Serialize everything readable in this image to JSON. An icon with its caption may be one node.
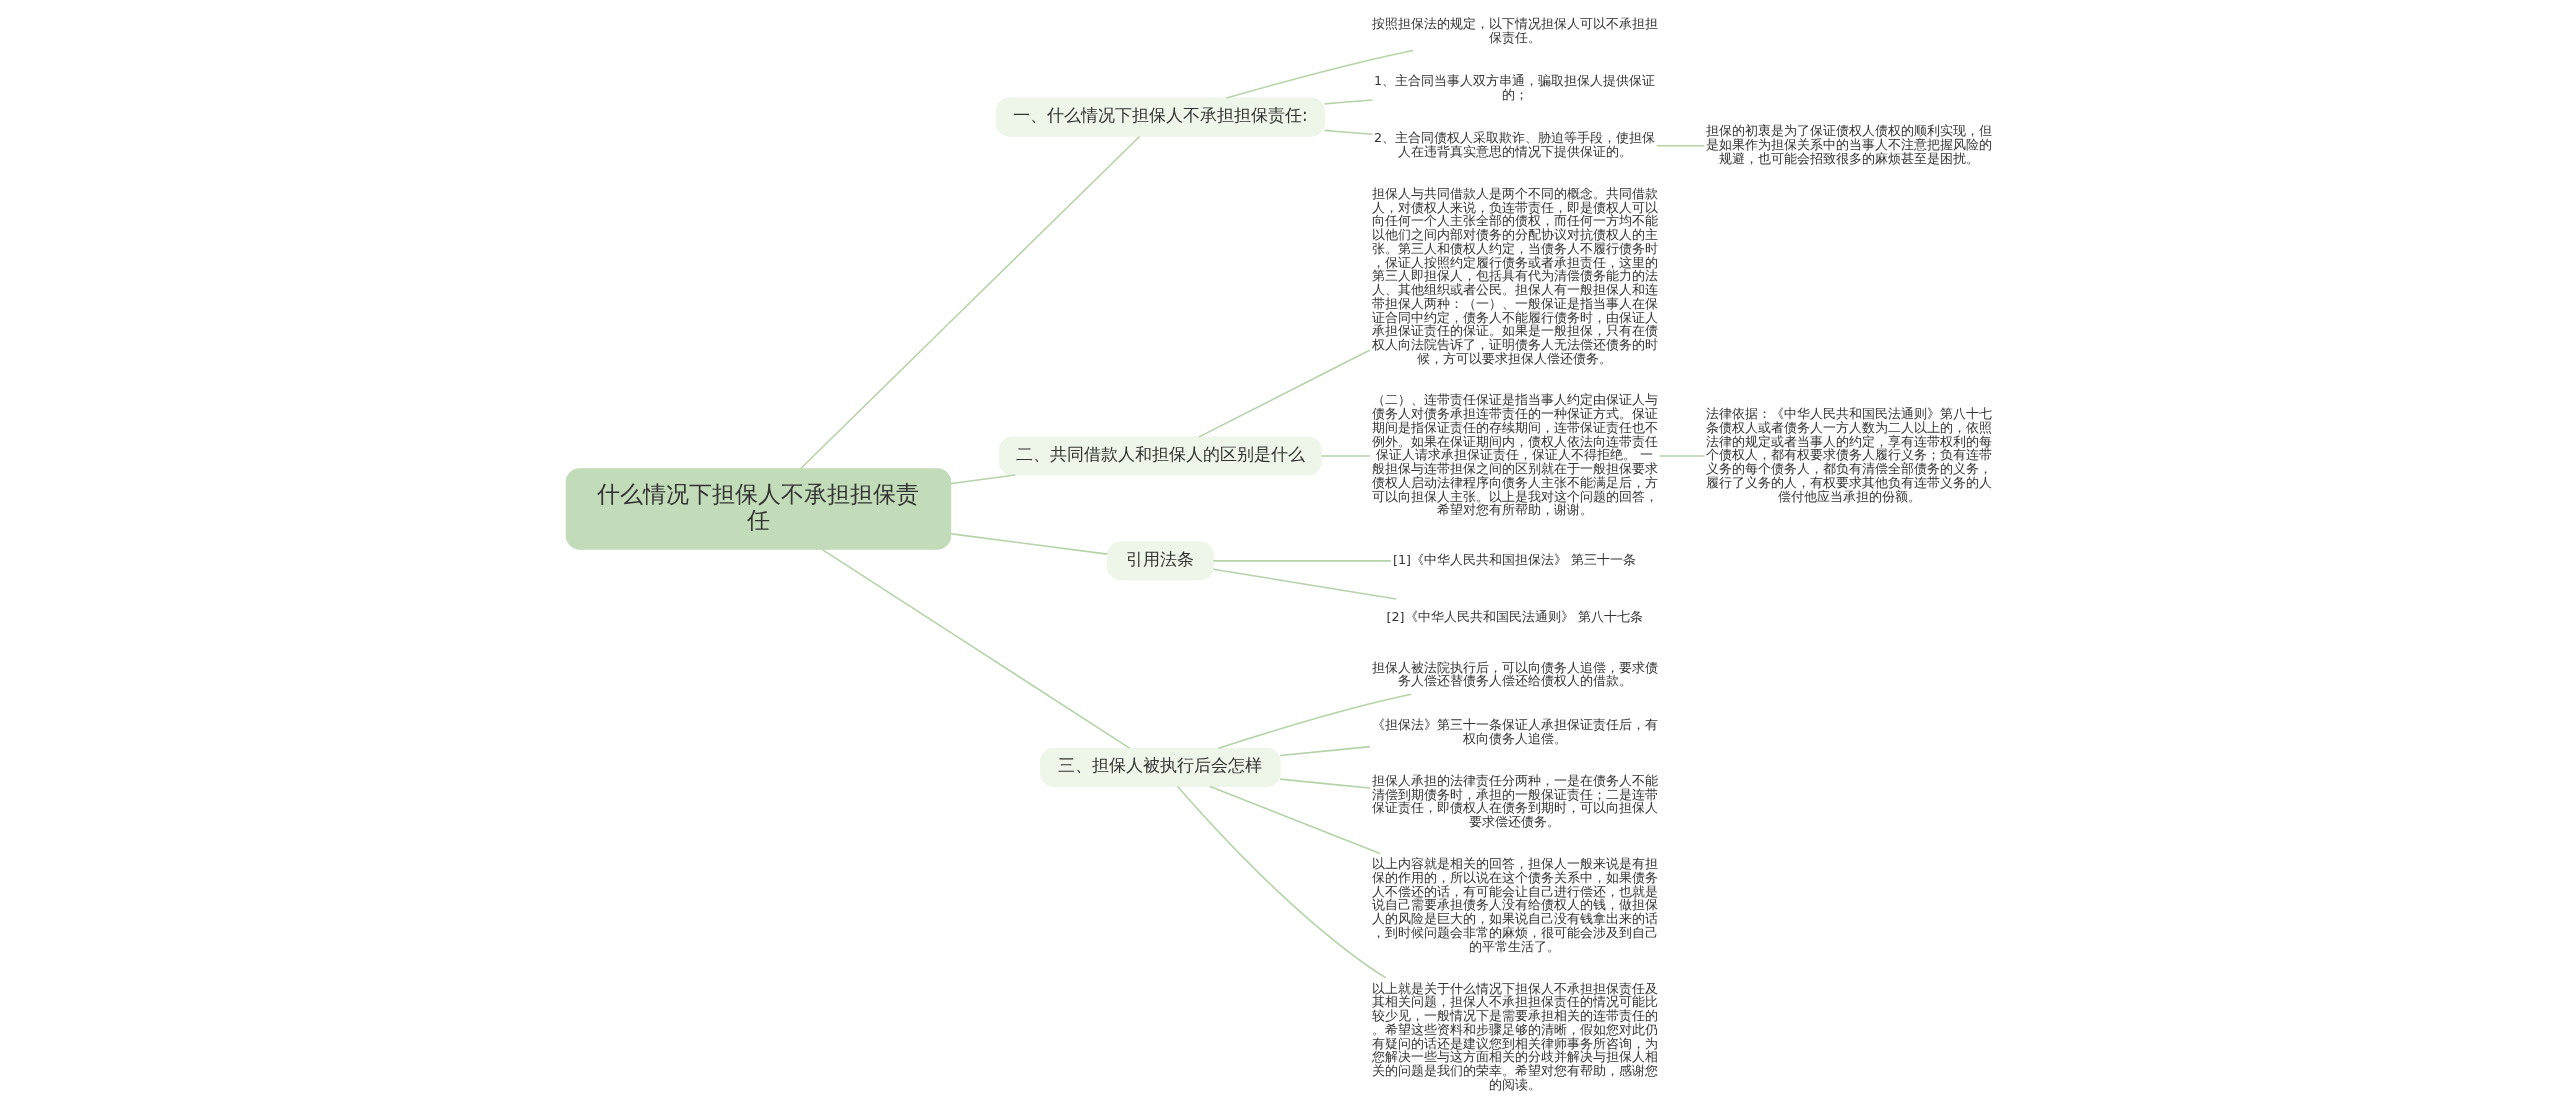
{
  "diagram": {
    "nodes": [
      {
        "text": [
          "什么情况下担保人不承担担保责任"
        ]
      },
      {
        "text": [
          "一、什么情况下担保人不承担担保责任:"
        ]
      },
      {
        "text": [
          "按照担保法的规定，以下情况担保人可以不承担担保责任。"
        ]
      },
      {
        "text": [
          "1、主合同当事人双方串通，骗取担保人提供保证的；"
        ]
      },
      {
        "text": [
          "2、主合同债权人采取欺诈、胁迫等手段，使担保人在违背真实意思的情况下提供保证的。"
        ]
      },
      {
        "text": [
          "担保的初衷是为了保证债权人债权的顺利实现，但是如果作为担保关系中的当事人不注意把握风险的规避，也可能会招致很多的麻烦甚至是困扰。"
        ]
      },
      {
        "text": [
          "二、共同借款人和担保人的区别是什么"
        ]
      },
      {
        "text": [
          "担保人与共同借款人是两个不同的概念。共同借款人，对债权人来说，负连带责任，即是债权人可以向任何一个人主张全部的债权，而任何一方均不能以他们之间内部对债务的分配协议对抗债权人的主张。第三人和债权人约定，当债务人不履行债务时，保证人按照约定履行债务或者承担责任，这里的第三人即担保人，包括具有代为清偿债务能力的法人、其他组织或者公民。担保人有一般担保人和连带担保人两种：（一）、一般保证是指当事人在保证合同中约定，债务人不能履行债务时，由保证人承担保证责任的保证。如果是一般担保，只有在债权人向法院告诉了，证明债务人无法偿还债务的时候，方可以要求担保人偿还债务。"
        ]
      },
      {
        "text": [
          "（二）、连带责任保证是指当事人约定由保证人与债务人对债务承担连带责任的一种保证方式。保证期间是指保证责任的存续期间，连带保证责任也不例外。如果在保证期间内，债权人依法向连带责任保证人请求承担保证责任，保证人不得拒绝。 一般担保与连带担保之间的区别就在于一般担保要求债权人启动法律程序向债务人主张不能满足后，方可以向担保人主张。以上是我对这个问题的回答，希望对您有所帮助，谢谢。"
        ]
      },
      {
        "text": [
          "法律依据：《中华人民共和国民法通则》第八十七条债权人或者债务人一方人数为二人以上的，依照法律的规定或者当事人的约定，享有连带权利的每个债权人，都有权要求债务人履行义务；负有连带义务的每个债务人，都负有清偿全部债务的义务，履行了义务的人，有权要求其他负有连带义务的人偿付他应当承担的份额。"
        ]
      },
      {
        "text": [
          "引用法条"
        ]
      },
      {
        "text": [
          "[1]《中华人民共和国担保法》 第三十一条"
        ]
      },
      {
        "text": [
          "[2]《中华人民共和国民法通则》 第八十七条"
        ]
      },
      {
        "text": [
          "三、担保人被执行后会怎样"
        ]
      },
      {
        "text": [
          "担保人被法院执行后，可以向债务人追偿，要求债务人偿还替债务人偿还给债权人的借款。"
        ]
      },
      {
        "text": [
          "《担保法》第三十一条保证人承担保证责任后，有权向债务人追偿。"
        ]
      },
      {
        "text": [
          "担保人承担的法律责任分两种，一是在债务人不能清偿到期债务时，承担的一般保证责任；二是连带保证责任，即债权人在债务到期时，可以向担保人要求偿还债务。"
        ]
      },
      {
        "text": [
          "以上内容就是相关的回答，担保人一般来说是有担保的作用的，所以说在这个债务关系中，如果债务人不偿还的话，有可能会让自己进行偿还，也就是说自己需要承担债务人没有给债权人的钱，做担保人的风险是巨大的，如果说自己没有钱拿出来的话，到时候问题会非常的麻烦，很可能会涉及到自己的平常生活了。"
        ]
      },
      {
        "text": [
          "以上就是关于什么情况下担保人不承担担保责任及其相关问题，担保人不承担担保责任的情况可能比较少见，一般情况下是需要承担相关的连带责任的。希望这些资料和步骤足够的清晰，假如您对此仍有疑问的话还是建议您到相关律师事务所咨询，为您解决一些与这方面相关的分歧并解决与担保人相关的问题是我们的荣幸。希望对您有帮助，感谢您的阅读。"
        ]
      }
    ],
    "edges": [
      {
        "from": 0,
        "to": 1,
        "arrow": "none"
      },
      {
        "from": 1,
        "to": 2,
        "arrow": "none"
      },
      {
        "from": 1,
        "to": 3,
        "arrow": "none"
      },
      {
        "from": 1,
        "to": 4,
        "arrow": "none"
      },
      {
        "from": 4,
        "to": 5,
        "arrow": "none"
      },
      {
        "from": 0,
        "to": 6,
        "arrow": "none"
      },
      {
        "from": 6,
        "to": 7,
        "arrow": "none"
      },
      {
        "from": 6,
        "to": 8,
        "arrow": "none"
      },
      {
        "from": 8,
        "to": 9,
        "arrow": "none"
      },
      {
        "from": 0,
        "to": 10,
        "arrow": "none"
      },
      {
        "from": 10,
        "to": 11,
        "arrow": "none"
      },
      {
        "from": 10,
        "to": 12,
        "arrow": "none"
      },
      {
        "from": 0,
        "to": 13,
        "arrow": "none"
      },
      {
        "from": 13,
        "to": 14,
        "arrow": "none"
      },
      {
        "from": 13,
        "to": 15,
        "arrow": "none"
      },
      {
        "from": 13,
        "to": 16,
        "arrow": "none"
      },
      {
        "from": 13,
        "to": 17,
        "arrow": "none"
      },
      {
        "from": 13,
        "to": 18,
        "arrow": "none"
      }
    ]
  }
}
